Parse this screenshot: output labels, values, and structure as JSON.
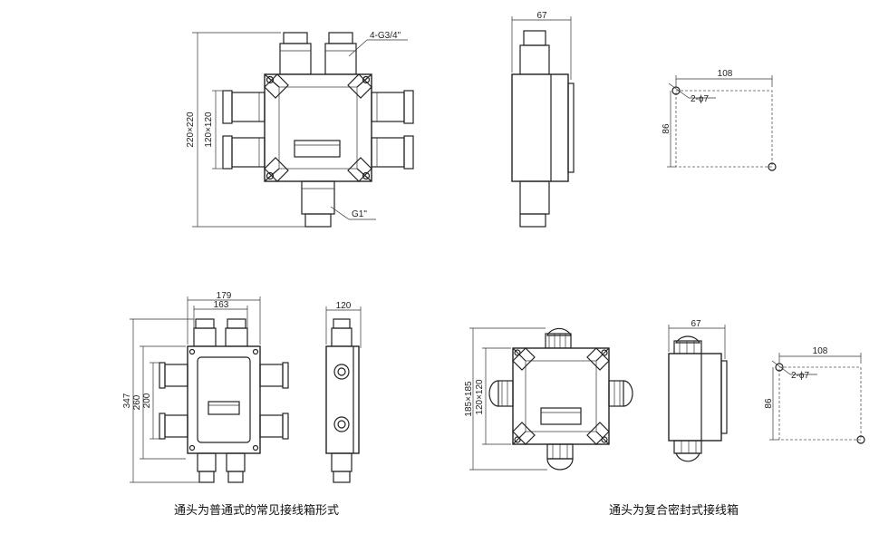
{
  "views": {
    "top_front": {
      "height_label": "220×220",
      "inner_label": "120×120",
      "callout_top": "4-G3/4\"",
      "callout_bottom": "G1\""
    },
    "top_side": {
      "width_label": "67"
    },
    "top_mount": {
      "width_label": "108",
      "height_label": "86",
      "hole_label": "2-ϕ7"
    },
    "bottom_front": {
      "w1": "179",
      "w2": "163",
      "h1": "347",
      "h2": "260",
      "h3": "200"
    },
    "bottom_side": {
      "width_label": "120"
    },
    "sealed_front": {
      "outer_label": "185×185",
      "inner_label": "120×120"
    },
    "sealed_side": {
      "width_label": "67"
    },
    "sealed_mount": {
      "width_label": "108",
      "height_label": "86",
      "hole_label": "2-ϕ7"
    }
  },
  "captions": {
    "left": "通头为普通式的常见接线箱形式",
    "right": "通头为复合密封式接线箱"
  }
}
